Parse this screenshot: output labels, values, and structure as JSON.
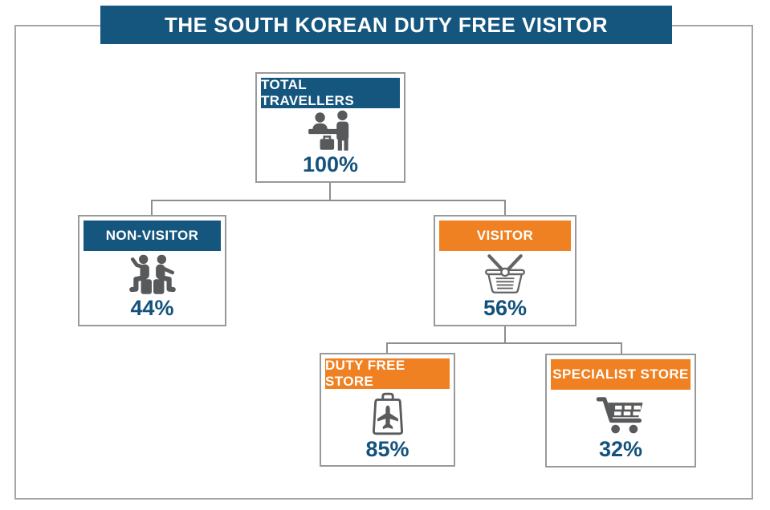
{
  "title": {
    "text": "THE SOUTH KOREAN DUTY FREE VISITOR"
  },
  "colors": {
    "dark_blue": "#15567F",
    "orange": "#EF8122",
    "value_blue": "#14527C",
    "line_gray": "#8D8E90",
    "border_gray": "#98999B",
    "icon_gray": "#58595B"
  },
  "nodes": {
    "total": {
      "label": "TOTAL TRAVELLERS",
      "value": "100%",
      "icon": "check-in-desk-icon",
      "header_color": "#15567F"
    },
    "non_visitor": {
      "label": "NON-VISITOR",
      "value": "44%",
      "icon": "seated-passengers-icon",
      "header_color": "#15567F"
    },
    "visitor": {
      "label": "VISITOR",
      "value": "56%",
      "icon": "shopping-basket-icon",
      "header_color": "#EF8122"
    },
    "duty_free": {
      "label": "DUTY FREE STORE",
      "value": "85%",
      "icon": "duty-free-bag-icon",
      "header_color": "#EF8122"
    },
    "specialist": {
      "label": "SPECIALIST STORE",
      "value": "32%",
      "icon": "shopping-cart-icon",
      "header_color": "#EF8122"
    }
  },
  "tree_edges": [
    {
      "from": "total",
      "to": "non_visitor"
    },
    {
      "from": "total",
      "to": "visitor"
    },
    {
      "from": "visitor",
      "to": "duty_free"
    },
    {
      "from": "visitor",
      "to": "specialist"
    }
  ]
}
